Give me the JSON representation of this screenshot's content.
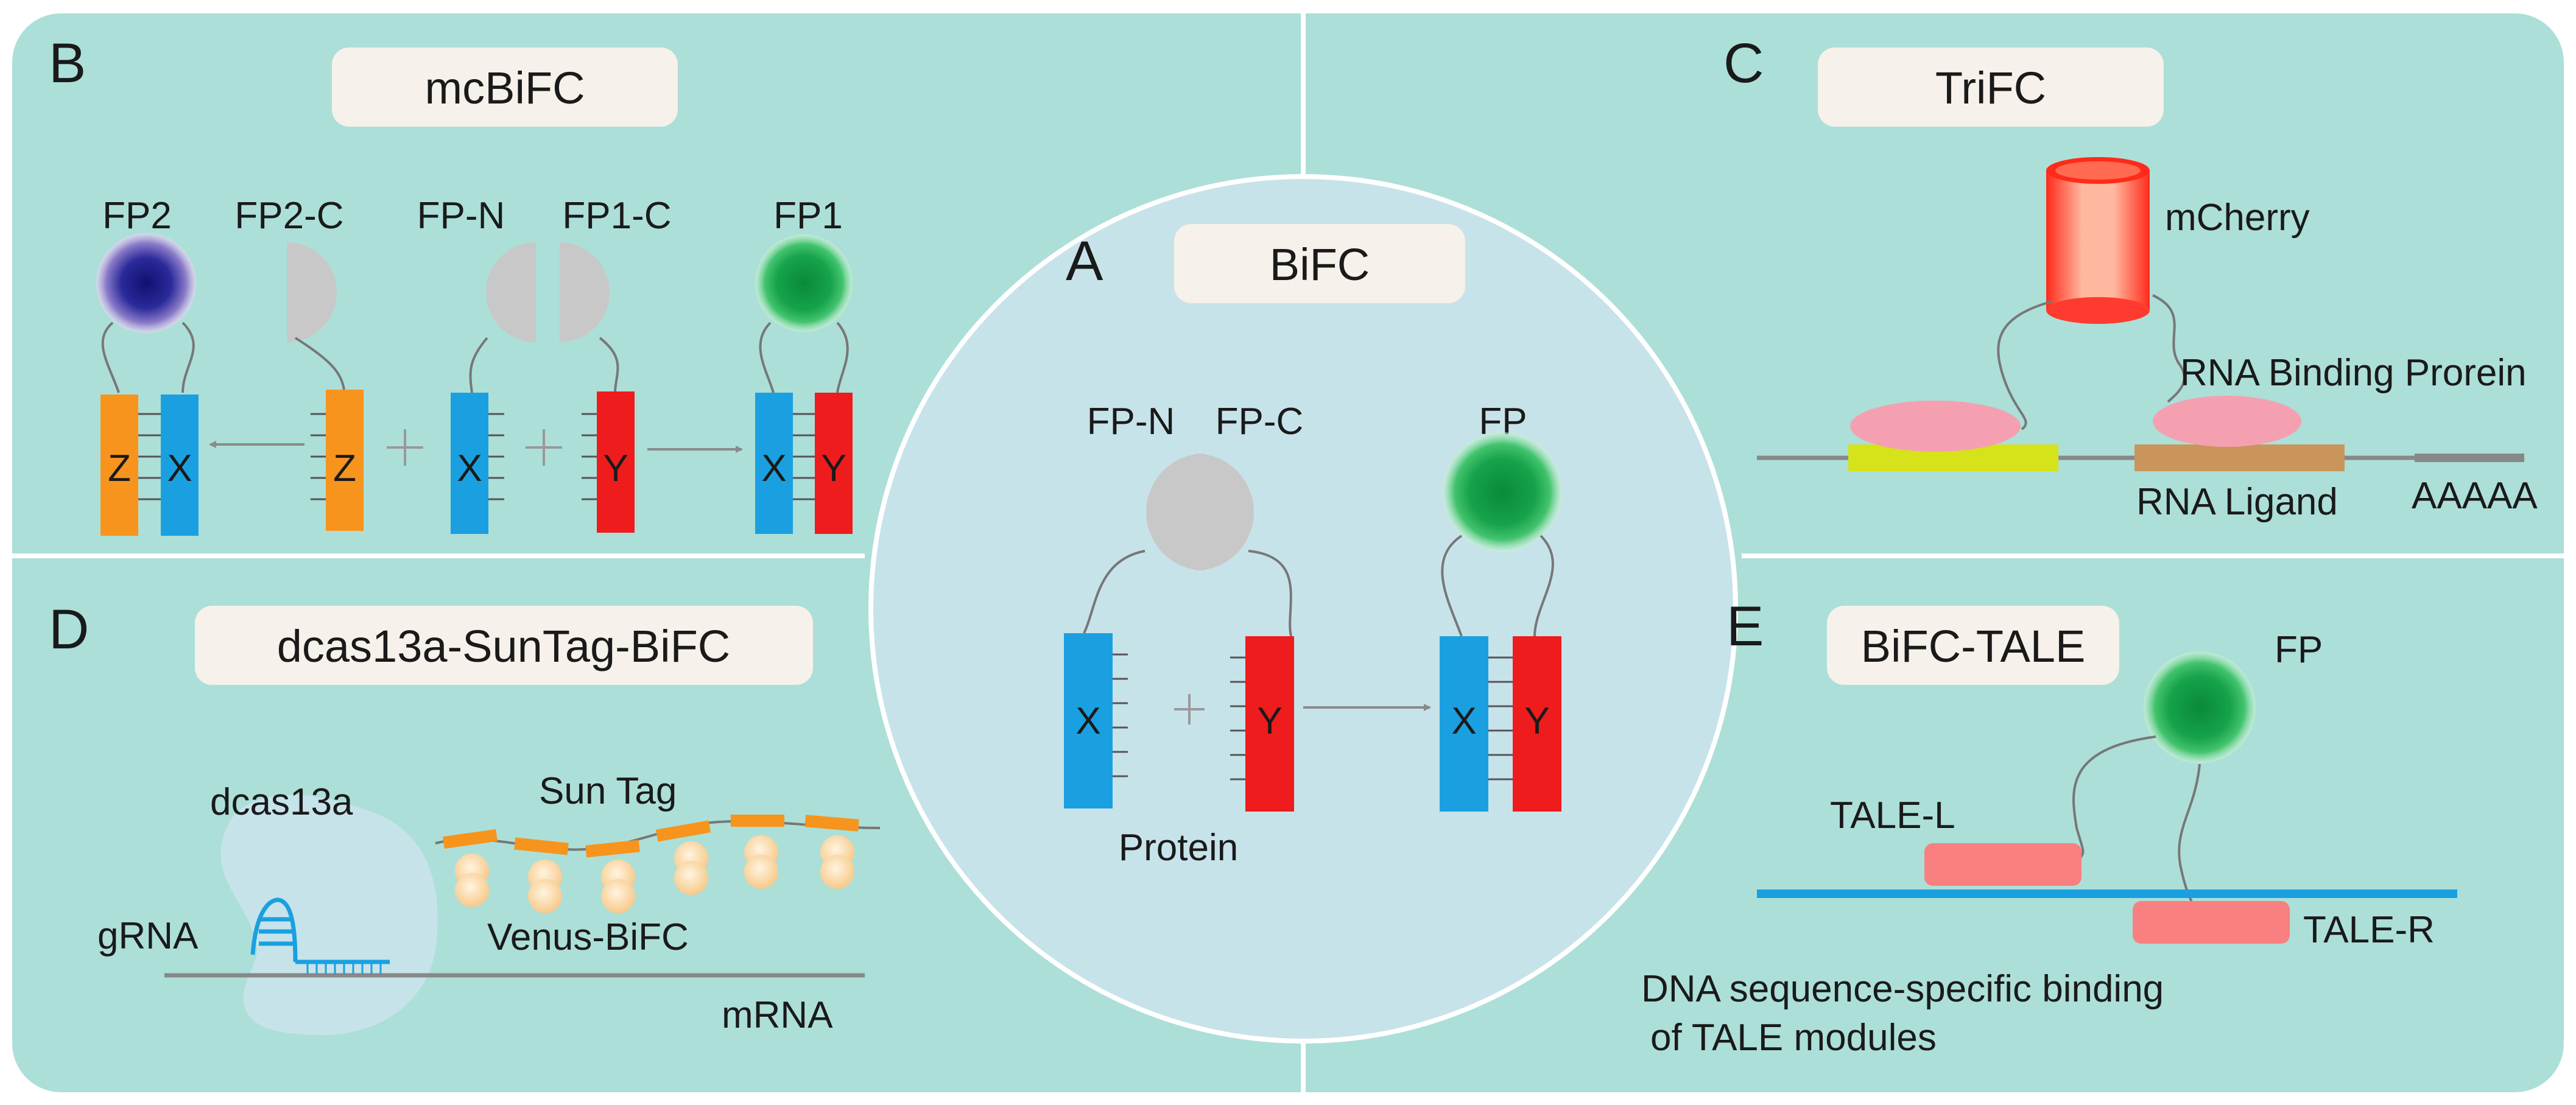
{
  "colors": {
    "panel_bg": "#acdfd8",
    "center_bg": "#c7e3ea",
    "title_box": "#f6f1ea",
    "protein_x": "#1aa0e0",
    "protein_y": "#ee1c1c",
    "protein_z": "#f7941d",
    "fp_green": "#13a14a",
    "fp_blue": "#1b1a8a",
    "half_grey": "#c8c8c8",
    "mcherry": "#ff3b30",
    "rbp_pink": "#f5a0b0",
    "dna_blue": "#1aa0e0",
    "tale_pink": "#f88080"
  },
  "panel_a": {
    "letter": "A",
    "title": "BiFC",
    "fp_n": "FP-N",
    "fp_c": "FP-C",
    "fp": "FP",
    "x": "X",
    "y": "Y",
    "protein": "Protein"
  },
  "panel_b": {
    "letter": "B",
    "title": "mcBiFC",
    "fp2": "FP2",
    "fp2_c": "FP2-C",
    "fp_n": "FP-N",
    "fp1_c": "FP1-C",
    "fp1": "FP1",
    "x": "X",
    "y": "Y",
    "z": "Z"
  },
  "panel_c": {
    "letter": "C",
    "title": "TriFC",
    "mcherry": "mCherry",
    "rna_binding": "RNA Binding Prorein",
    "rna_ligand": "RNA Ligand",
    "polya": "AAAAA"
  },
  "panel_d": {
    "letter": "D",
    "title": "dcas13a-SunTag-BiFC",
    "dcas13a": "dcas13a",
    "sun_tag": "Sun Tag",
    "grna": "gRNA",
    "venus": "Venus-BiFC",
    "mrna": "mRNA"
  },
  "panel_e": {
    "letter": "E",
    "title": "BiFC-TALE",
    "fp": "FP",
    "tale_l": "TALE-L",
    "tale_r": "TALE-R",
    "caption_1": "DNA sequence-specific binding",
    "caption_2": "of TALE modules"
  }
}
